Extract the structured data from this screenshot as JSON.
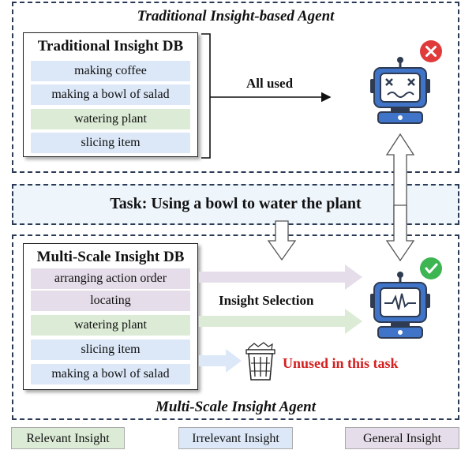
{
  "top_panel": {
    "title": "Traditional Insight-based Agent",
    "db_title": "Traditional Insight DB",
    "items": [
      {
        "label": "making coffee",
        "kind": "irrelevant"
      },
      {
        "label": "making a bowl of salad",
        "kind": "irrelevant"
      },
      {
        "label": "watering plant",
        "kind": "relevant"
      },
      {
        "label": "slicing item",
        "kind": "irrelevant"
      }
    ],
    "arrow_label": "All used",
    "result_icon": "error-x-icon"
  },
  "task": {
    "text": "Task: Using a bowl to water the plant"
  },
  "bottom_panel": {
    "title": "Multi-Scale Insight Agent",
    "db_title": "Multi-Scale Insight DB",
    "items": [
      {
        "label": "arranging action order",
        "kind": "general"
      },
      {
        "label": "locating",
        "kind": "general"
      },
      {
        "label": "watering plant",
        "kind": "relevant"
      },
      {
        "label": "slicing item",
        "kind": "irrelevant"
      },
      {
        "label": "making a bowl of salad",
        "kind": "irrelevant"
      }
    ],
    "selection_label": "Insight Selection",
    "unused_label": "Unused in this task",
    "result_icon": "check-icon"
  },
  "legend": [
    {
      "label": "Relevant Insight",
      "kind": "relevant"
    },
    {
      "label": "Irrelevant Insight",
      "kind": "irrelevant"
    },
    {
      "label": "General Insight",
      "kind": "general"
    }
  ],
  "colors": {
    "relevant": "#dcebd6",
    "irrelevant": "#dce8f8",
    "general": "#e5dde9",
    "robot_blue": "#3f74c9",
    "error_red": "#e03a3a",
    "success_green": "#3cb552",
    "unused_text": "#d42020"
  }
}
